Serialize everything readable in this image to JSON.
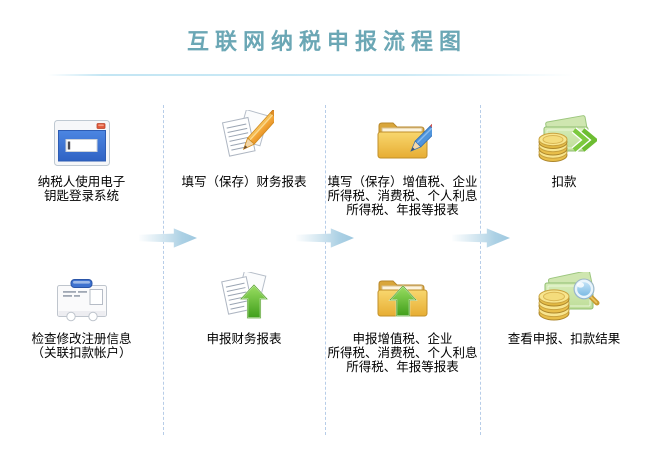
{
  "title": "互联网纳税申报流程图",
  "colors": {
    "title_accent": "#6ba7b5",
    "divider": "#b7cde8",
    "flow_arrow": "#a4cbe0",
    "folder": "#eab33e",
    "upload_arrow": "#5cb52a",
    "money_note": "#c9e4a8",
    "coin": "#eec454"
  },
  "flow": {
    "rows": 2,
    "columns": 4,
    "arrow_direction": "right",
    "arrow_count": 3
  },
  "steps": [
    {
      "id": "login",
      "icon": "browser-login-icon",
      "lines": [
        "纳税人使用电子",
        "钥匙登录系统"
      ]
    },
    {
      "id": "fill-financial-report",
      "icon": "paper-pencil-icon",
      "lines": [
        "填写（保存）财务报表"
      ]
    },
    {
      "id": "fill-tax-reports",
      "icon": "folder-pencil-icon",
      "lines": [
        "填写（保存）增值税、企业",
        "所得税、消费税、个人利息",
        "所得税、年报等报表"
      ]
    },
    {
      "id": "deduction",
      "icon": "money-transfer-icon",
      "lines": [
        "扣款"
      ]
    },
    {
      "id": "check-registration",
      "icon": "registration-card-icon",
      "lines": [
        "检查修改注册信息",
        "（关联扣款帐户）"
      ]
    },
    {
      "id": "submit-financial-report",
      "icon": "paper-upload-icon",
      "lines": [
        "申报财务报表"
      ]
    },
    {
      "id": "submit-tax-reports",
      "icon": "folder-upload-icon",
      "lines": [
        "申报增值税、企业",
        "所得税、消费税、个人利息",
        "所得税、年报等报表"
      ]
    },
    {
      "id": "view-results",
      "icon": "money-search-icon",
      "lines": [
        "查看申报、扣款结果"
      ]
    }
  ]
}
